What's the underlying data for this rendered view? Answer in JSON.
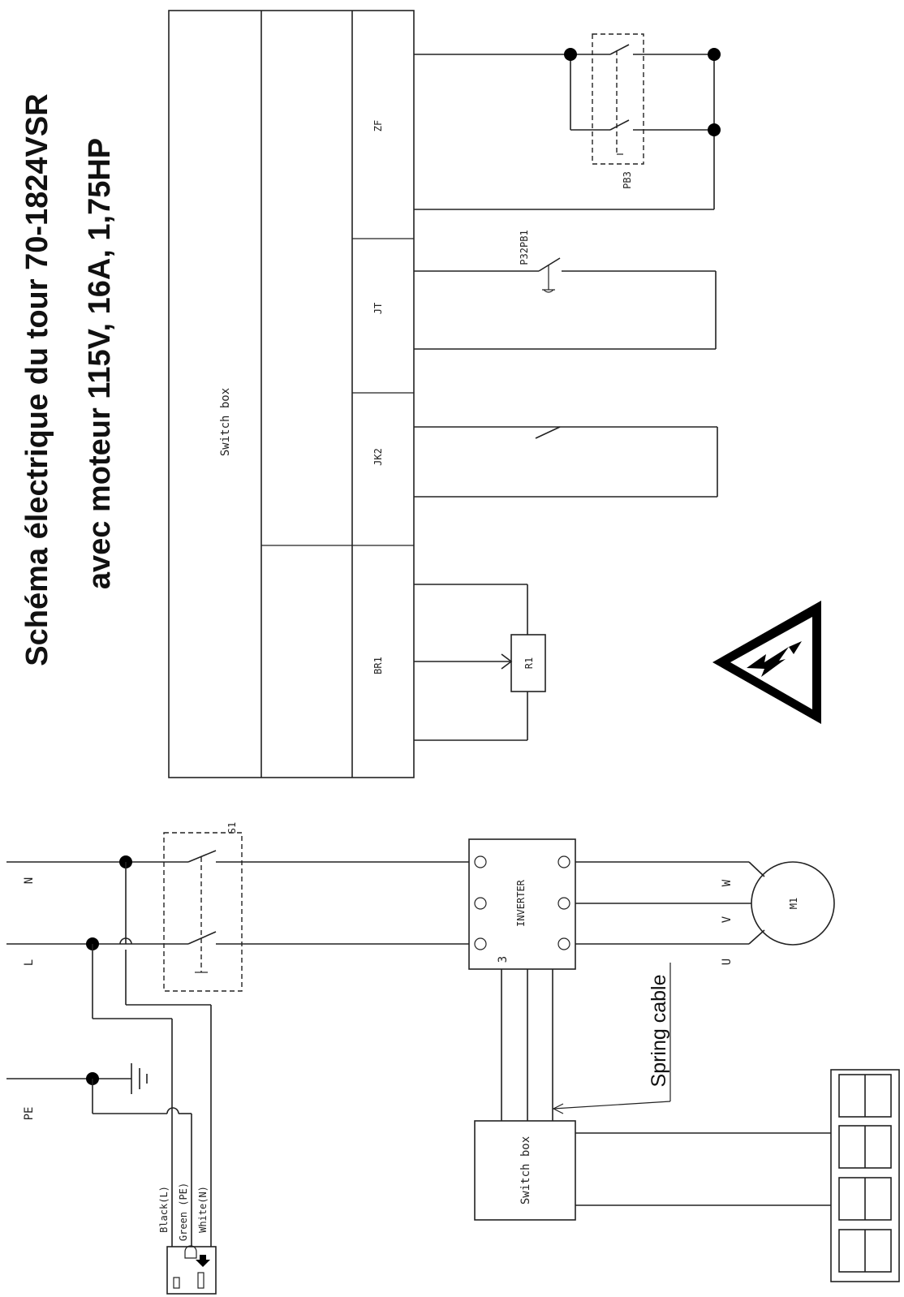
{
  "title": {
    "line1": "Schéma électrique du tour 70-1824VSR",
    "line2": "avec moteur 115V, 16A, 1,75HP"
  },
  "switch_box_panel": {
    "label": "Switch box",
    "terminals": [
      "ZF",
      "JT",
      "JK2",
      "BR1"
    ]
  },
  "components": {
    "pb3": "PB3",
    "p32pb1": "P32PB1",
    "r1": "R1",
    "s1": "S1",
    "inverter": "INVERTER",
    "inverter_terminal": "3",
    "motor": "M1",
    "switch_box_small": "Switch box",
    "spring_cable": "Spring cable"
  },
  "lines": {
    "n": "N",
    "l": "L",
    "pe": "PE"
  },
  "phases": {
    "u": "U",
    "v": "V",
    "w": "W"
  },
  "plug_wires": {
    "black": "Black(L)",
    "green": "Green (PE)",
    "white": "White(N)"
  },
  "icons": {
    "warning": "high-voltage-warning-icon",
    "ground": "ground-symbol-icon",
    "plug": "plug-socket-icon"
  }
}
